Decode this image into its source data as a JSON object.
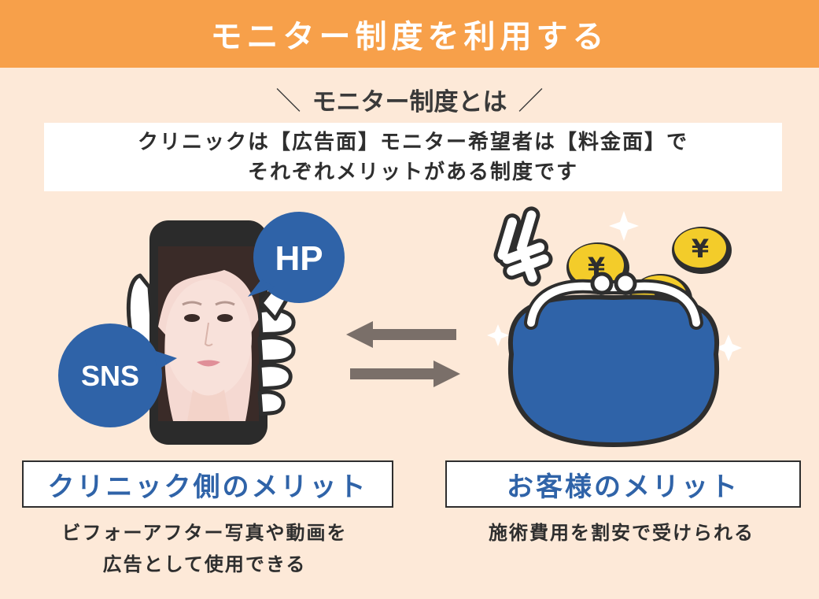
{
  "header": {
    "title": "モニター制度を利用する"
  },
  "subtitle": {
    "text": "モニター制度とは",
    "slash_left": "＼",
    "slash_right": "／"
  },
  "description": {
    "line1": "クリニックは【広告面】モニター希望者は【料金面】で",
    "line2": "それぞれメリットがある制度です"
  },
  "clinic": {
    "bubble_hp": "HP",
    "bubble_sns": "SNS",
    "label": "クリニック側のメリット",
    "caption_line1": "ビフォーアフター写真や動画を",
    "caption_line2": "広告として使用できる"
  },
  "customer": {
    "label": "お客様のメリット",
    "caption": "施術費用を割安で受けられる",
    "coin_symbol": "¥"
  },
  "colors": {
    "header_bg": "#f7a04a",
    "page_bg": "#fde9d8",
    "accent_blue": "#2f63a8",
    "coin_yellow": "#f3cc2a",
    "arrow_gray": "#7a6f69"
  },
  "icons": [
    "smartphone-icon",
    "speech-bubble-icon",
    "arrow-left-icon",
    "arrow-right-icon",
    "purse-icon",
    "yen-coin-icon",
    "sparkle-icon"
  ]
}
